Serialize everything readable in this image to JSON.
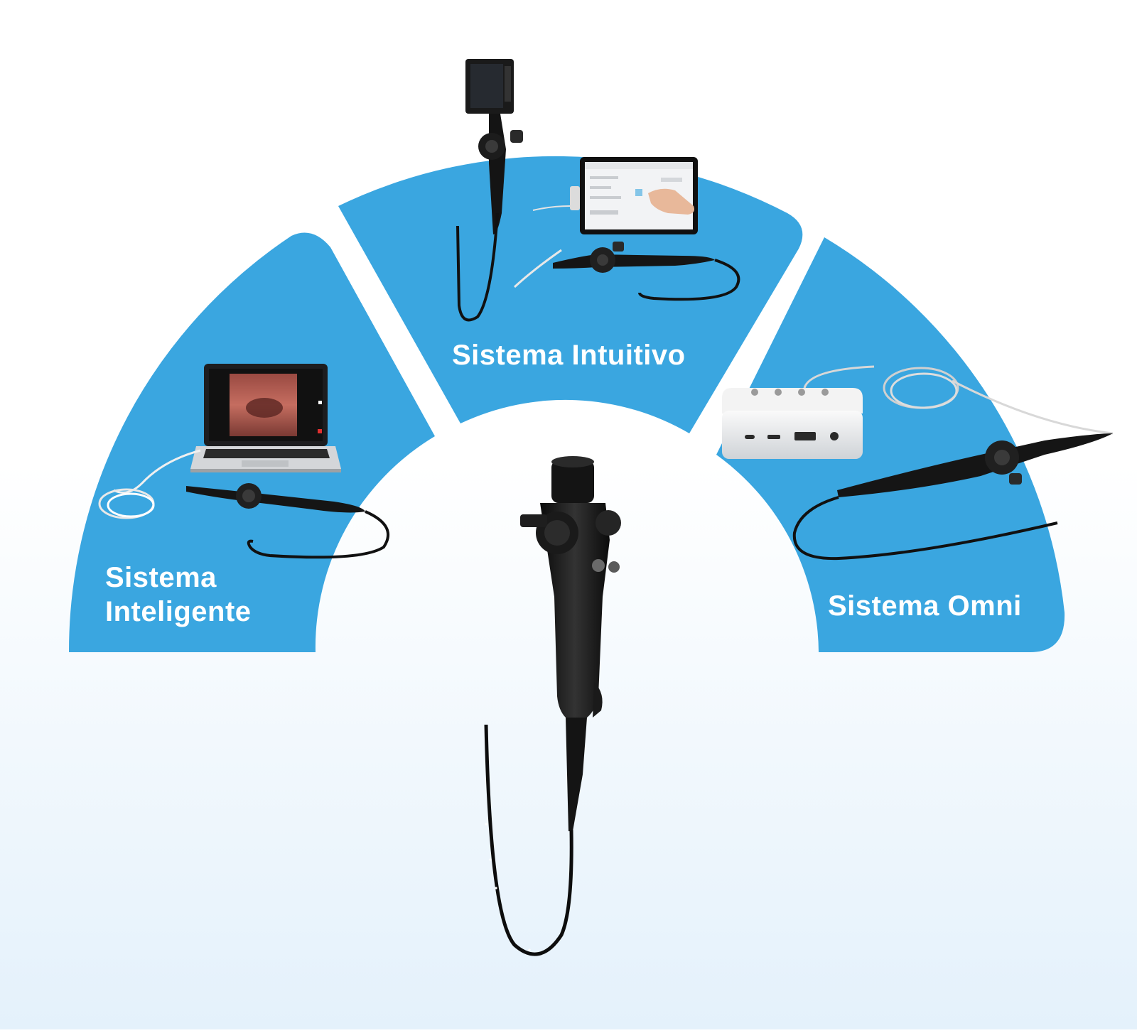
{
  "colors": {
    "segment_blue": "#3aa6e0",
    "background_top": "#ffffff",
    "background_bottom": "#e4f1fb",
    "label_text": "#ffffff",
    "device_black": "#141414"
  },
  "segments": [
    {
      "id": "inteligente",
      "label_line1": "Sistema",
      "label_line2": "Inteligente",
      "device": "laptop-with-endoscope",
      "icon": "laptop-icon"
    },
    {
      "id": "intuitivo",
      "label": "Sistema Intuitivo",
      "device": "handheld-monitor-endoscope-and-tablet",
      "icon": "tablet-icon"
    },
    {
      "id": "omni",
      "label": "Sistema Omni",
      "device": "video-processor-box-with-endoscope",
      "icon": "processor-box-icon"
    }
  ],
  "center_product": {
    "device": "flexible-endoscope",
    "icon": "endoscope-icon"
  }
}
